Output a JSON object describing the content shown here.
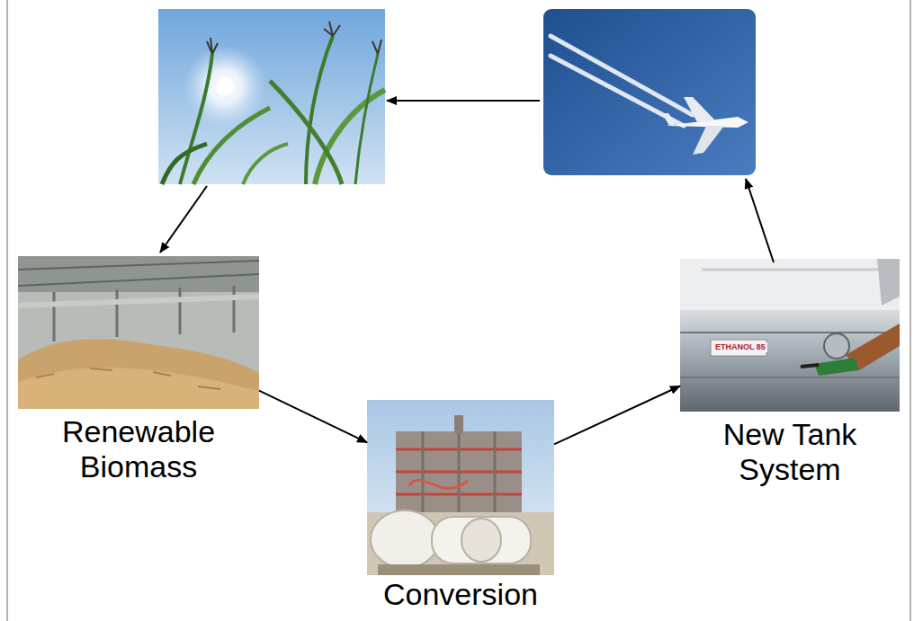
{
  "diagram": {
    "nodes": [
      {
        "text": [
          "Renewable Biomass"
        ]
      },
      {
        "text": [
          "Conversion"
        ]
      },
      {
        "text": [
          "New Tank System"
        ]
      }
    ],
    "edges": [
      {
        "from": 0,
        "to": 1,
        "arrow": "to"
      },
      {
        "from": 1,
        "to": 2,
        "arrow": "to"
      }
    ],
    "labels": [
      "ETHANOL 85"
    ]
  }
}
